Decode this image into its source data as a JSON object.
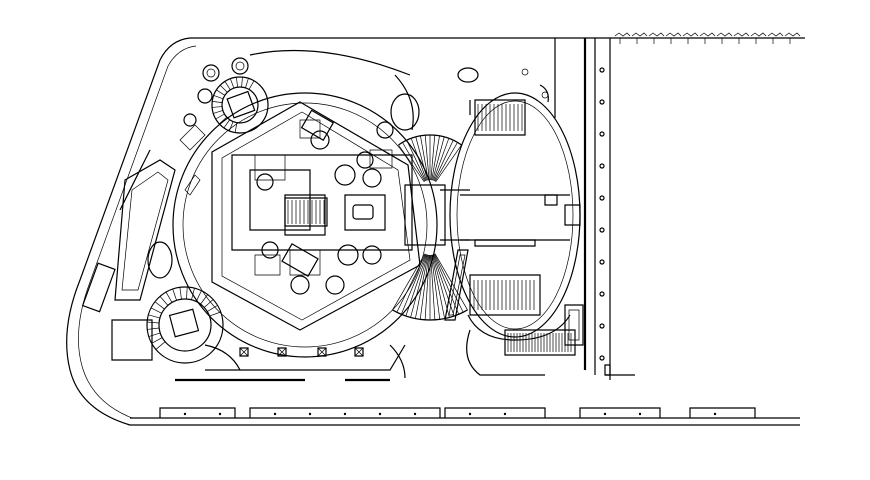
{
  "drawing": {
    "kind": "architectural site plan",
    "text_labels": [],
    "colors": {
      "line": "#000000",
      "background": "#ffffff"
    }
  },
  "elements": {
    "site_boundary": "site-boundary-outline",
    "pentagon_building": "pentagon-building",
    "oval_building": "oval-building",
    "connector_bridge": "connector-bridge",
    "east_strip": "east-strip",
    "south_frontage": "south-frontage-walls"
  }
}
